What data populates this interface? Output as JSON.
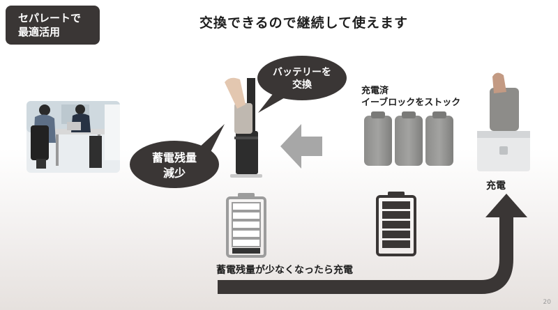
{
  "badge": {
    "line1": "セパレートで",
    "line2": "最適活用"
  },
  "title": "交換できるので継続して使えます",
  "bubbles": {
    "battery_swap": {
      "line1": "バッテリーを",
      "line2": "交換"
    },
    "charge_low": {
      "line1": "蓄電残量",
      "line2": "減少"
    }
  },
  "stock_label": {
    "line1": "充電済",
    "line2": "イーブロックをストック"
  },
  "charge_label": "充電",
  "recharge_note": "蓄電残量が少なくなったら充電",
  "page_number": "20",
  "battery_levels": {
    "low": 0.12,
    "full": 1.0
  },
  "colors": {
    "dark": "#3a3635",
    "gray_arrow": "#a7a7a7",
    "battery_gray": "#9c9c9c"
  }
}
